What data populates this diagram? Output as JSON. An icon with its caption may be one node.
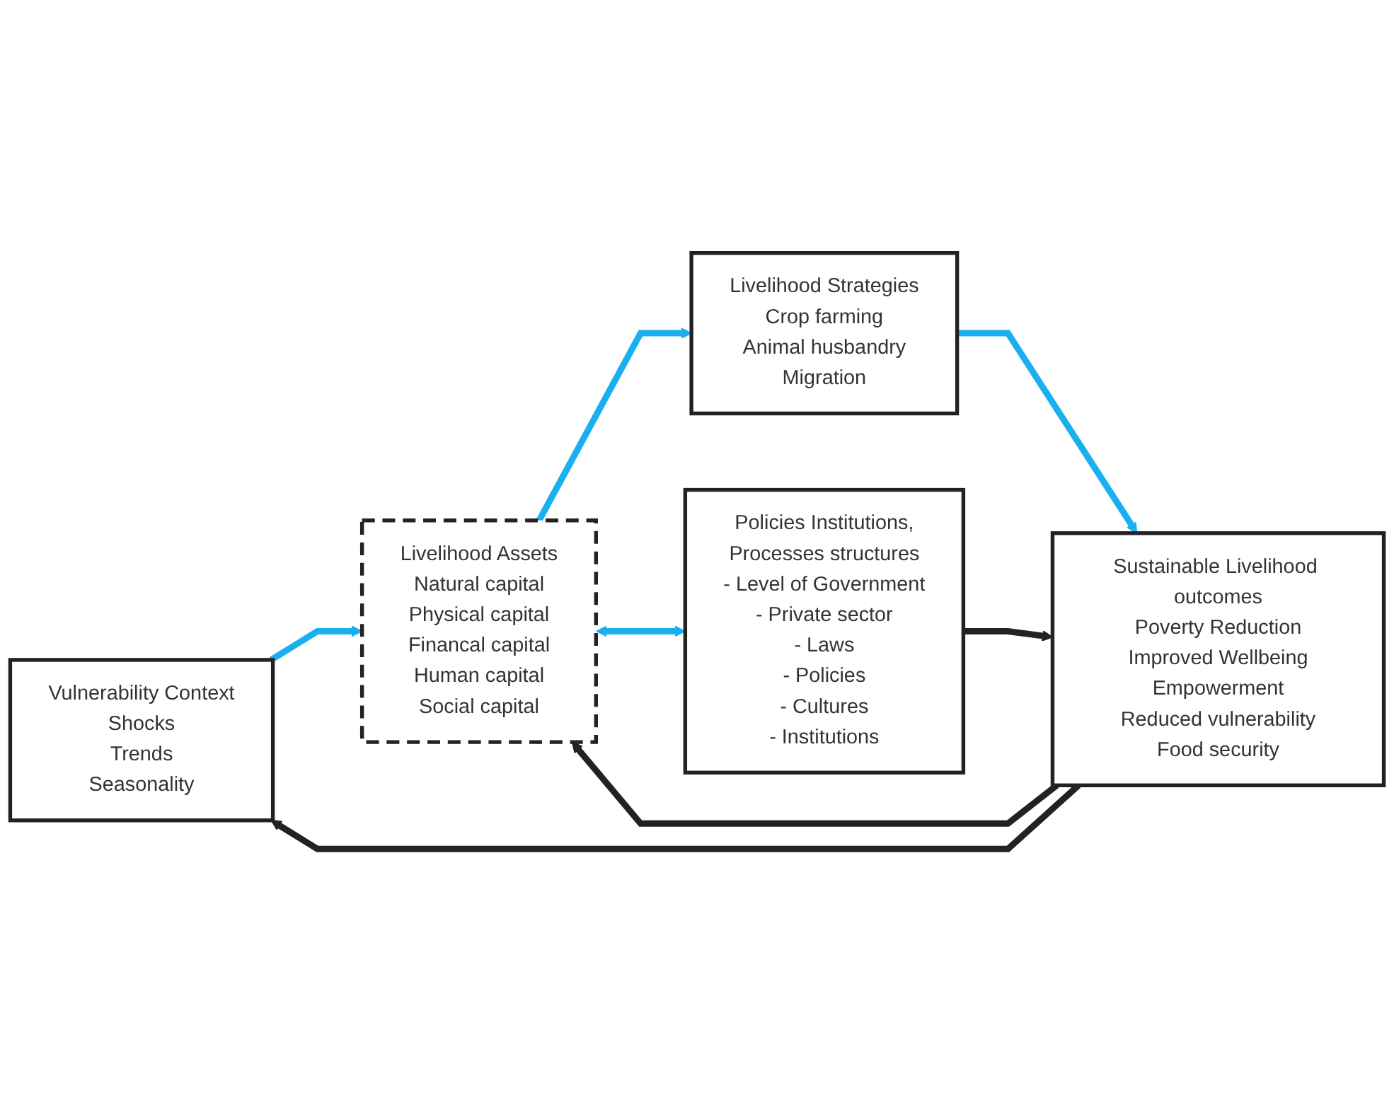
{
  "diagram": {
    "nodes": [
      {
        "text": [
          "Vulnerability Context",
          "Shocks",
          "Trends",
          "Seasonality"
        ]
      },
      {
        "text": [
          "Livelihood Assets",
          "Natural capital",
          "Physical capital",
          "Financal capital",
          "Human capital",
          "Social capital"
        ]
      },
      {
        "text": [
          "Livelihood Strategies",
          "Crop farming",
          "Animal husbandry",
          "Migration"
        ]
      },
      {
        "text": [
          "Sustainable Livelihood outcomes",
          "Poverty Reduction",
          "Improved Wellbeing",
          "Empowerment",
          "Reduced vulnerability",
          "Food security"
        ]
      },
      {
        "text": [
          "Policies Institutions,",
          "Processes structures",
          "- Level of Government",
          "- Private sector",
          "- Laws",
          "- Policies",
          "- Cultures",
          "- Institutions"
        ]
      }
    ],
    "edges": [
      {
        "from": 0,
        "to": 1,
        "arrow": "to"
      },
      {
        "from": 1,
        "to": 2,
        "arrow": "to"
      },
      {
        "from": 2,
        "to": 3,
        "arrow": "to"
      },
      {
        "from": 1,
        "to": 4,
        "arrow": "both"
      },
      {
        "from": 3,
        "to": 0,
        "arrow": "to",
        "color": "#222222"
      },
      {
        "from": 3,
        "to": 1,
        "arrow": "to",
        "color": "#222222"
      },
      {
        "from": 4,
        "to": 3,
        "arrow": "to",
        "color": "#222222"
      }
    ]
  }
}
